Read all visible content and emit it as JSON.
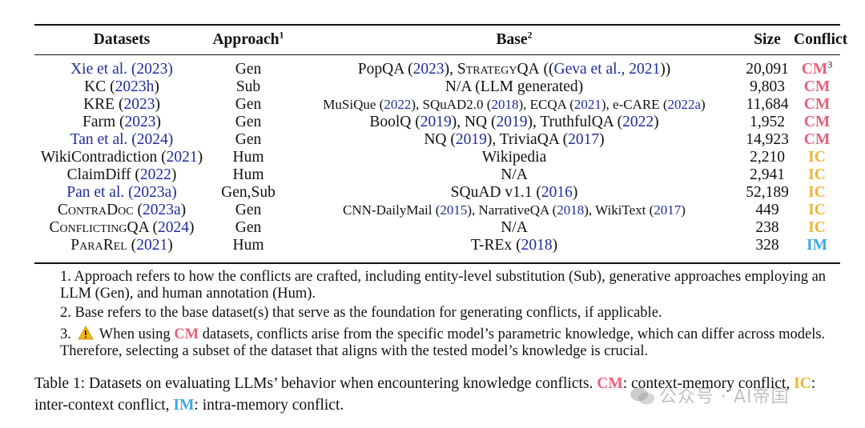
{
  "table": {
    "headers": {
      "datasets": "Datasets",
      "approach": "Approach",
      "approach_sup": "1",
      "base": "Base",
      "base_sup": "2",
      "size": "Size",
      "conflict": "Conflict"
    },
    "rows": [
      {
        "ds": [
          "Xie et al. (",
          "2023",
          ")"
        ],
        "ds_style": "link",
        "ap": "Gen",
        "base": "PopQA (2023), StrategyQA ((Geva et al., 2021))",
        "size": "20,091",
        "cf": "CM",
        "cf_sup": "3"
      },
      {
        "ds": [
          "KC (",
          "2023h",
          ")"
        ],
        "ap": "Sub",
        "base": "N/A (LLM generated)",
        "size": "9,803",
        "cf": "CM"
      },
      {
        "ds": [
          "KRE (",
          "2023",
          ")"
        ],
        "ap": "Gen",
        "base": "MuSiQue (2022), SQuAD2.0 (2018), ECQA (2021), e-CARE (2022a)",
        "size": "11,684",
        "cf": "CM"
      },
      {
        "ds": [
          "Farm (",
          "2023",
          ")"
        ],
        "ap": "Gen",
        "base": "BoolQ (2019), NQ (2019), TruthfulQA (2022)",
        "size": "1,952",
        "cf": "CM"
      },
      {
        "ds": [
          "Tan et al. (",
          "2024",
          ")"
        ],
        "ds_style": "link",
        "ap": "Gen",
        "base": "NQ (2019), TriviaQA (2017)",
        "size": "14,923",
        "cf": "CM"
      },
      {
        "ds": [
          "WikiContradiction (",
          "2021",
          ")"
        ],
        "ap": "Hum",
        "base": "Wikipedia",
        "size": "2,210",
        "cf": "IC"
      },
      {
        "ds": [
          "ClaimDiff (",
          "2022",
          ")"
        ],
        "ap": "Hum",
        "base": "N/A",
        "size": "2,941",
        "cf": "IC"
      },
      {
        "ds": [
          "Pan et al. (",
          "2023a",
          ")"
        ],
        "ds_style": "link",
        "ap": "Gen,Sub",
        "base": "SQuAD v1.1 (2016)",
        "size": "52,189",
        "cf": "IC"
      },
      {
        "ds": [
          "ContraDoc (",
          "2023a",
          ")"
        ],
        "ds_style": "sc",
        "ap": "Gen",
        "base": "CNN-DailyMail (2015), NarrativeQA (2018), WikiText (2017)",
        "size": "449",
        "cf": "IC"
      },
      {
        "ds": [
          "ConflictingQA (",
          "2024",
          ")"
        ],
        "ds_style": "sc",
        "ap": "Gen",
        "base": "N/A",
        "size": "238",
        "cf": "IC"
      },
      {
        "ds": [
          "ParaRel (",
          "2021",
          ")"
        ],
        "ds_style": "sc",
        "ap": "Hum",
        "base": "T-REx (2018)",
        "size": "328",
        "cf": "IM"
      }
    ]
  },
  "notes": {
    "n1": "1. Approach refers to how the conflicts are crafted, including entity-level substitution (Sub), generative approaches employing an LLM (Gen), and human annotation (Hum).",
    "n2": "2. Base refers to the base dataset(s) that serve as the foundation for generating conflicts, if applicable.",
    "n3_pre": "3.",
    "n3_a": "When using",
    "n3_cm": "CM",
    "n3_b": "datasets, conflicts arise from the specific model’s parametric knowledge, which can differ across models. Therefore, selecting a subset of the dataset that aligns with the tested model’s knowledge is crucial."
  },
  "caption": {
    "a": "Table 1: Datasets on evaluating LLMs’ behavior when encountering knowledge conflicts.",
    "cm": "CM",
    "b": ": context-memory conflict,",
    "ic": "IC",
    "c": ": inter-context conflict,",
    "im": "IM",
    "d": ": intra-memory conflict."
  },
  "watermark": "公众号 · AI帝国",
  "colors": {
    "cm": "#e8607a",
    "ic": "#f0b432",
    "im": "#3aa9e6",
    "link": "#1f2d9c"
  }
}
